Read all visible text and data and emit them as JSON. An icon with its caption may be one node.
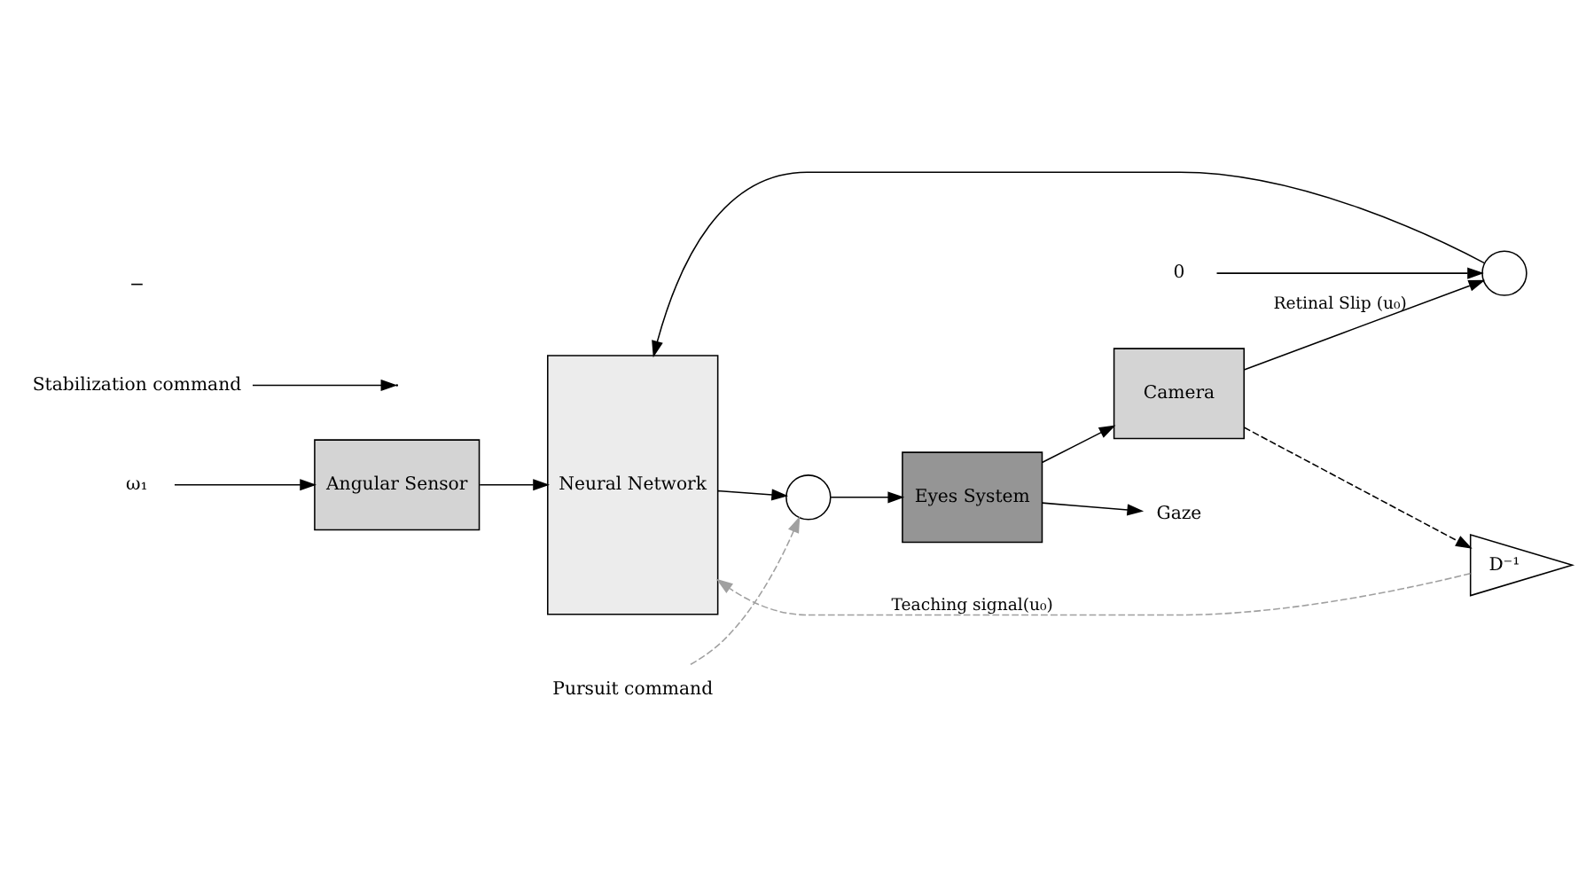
{
  "diagram": {
    "nodes": [
      {
        "text": [
          "ω₁"
        ]
      },
      {
        "text": [
          "Angular Sensor"
        ]
      },
      {
        "text": [
          "Neural Network"
        ]
      },
      {
        "text": [
          "D⁻¹"
        ]
      },
      {
        "text": [
          "0"
        ]
      },
      {
        "text": [],
        "shape": "circle"
      },
      {
        "text": [],
        "shape": "circle"
      },
      {
        "text": [
          "Eyes System"
        ]
      },
      {
        "text": [
          "Camera"
        ]
      },
      {
        "text": [
          "Pursuit command"
        ]
      },
      {
        "text": [
          "Stabilization command"
        ]
      },
      {
        "text": [
          "Gaze"
        ]
      }
    ],
    "edges": [
      {
        "from": 0,
        "to": 1,
        "arrow": "to"
      },
      {
        "from": 1,
        "to": 2,
        "arrow": "to"
      },
      {
        "from": 3,
        "to": 2,
        "arrow": "to",
        "label": "Teaching signal(u₀)",
        "style": "dashed",
        "color": "#a0a0a0"
      },
      {
        "from": 4,
        "to": 5,
        "arrow": "to"
      },
      {
        "from": 5,
        "to": 2,
        "arrow": "to"
      },
      {
        "from": 2,
        "to": 6,
        "arrow": "to"
      },
      {
        "from": 9,
        "to": 6,
        "arrow": "to",
        "style": "dashed",
        "color": "#a0a0a0"
      },
      {
        "from": 6,
        "to": 7,
        "arrow": "to"
      },
      {
        "from": 7,
        "to": 11,
        "arrow": "to"
      },
      {
        "from": 7,
        "to": 8,
        "arrow": "to"
      },
      {
        "from": 8,
        "to": 5,
        "arrow": "to",
        "label": "Retinal Slip (u₀)"
      },
      {
        "from": 8,
        "to": 3,
        "arrow": "to",
        "style": "dashed"
      },
      {
        "from": 10,
        "to": null,
        "arrow": "to"
      }
    ],
    "labels": [
      "−"
    ]
  }
}
